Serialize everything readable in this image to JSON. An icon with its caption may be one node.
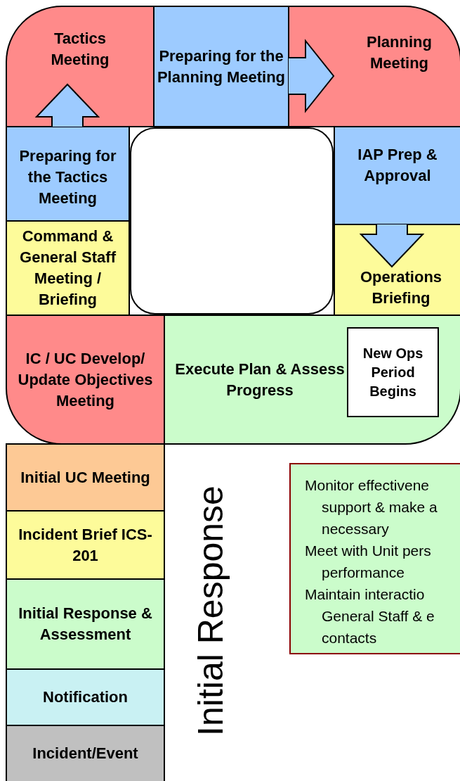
{
  "diagram": {
    "nodes": [
      {
        "text": [
          "Tactics Meeting"
        ]
      },
      {
        "text": [
          "Preparing for the Planning Meeting"
        ]
      },
      {
        "text": [
          "Planning Meeting"
        ]
      },
      {
        "text": [
          "Preparing for the Tactics Meeting"
        ]
      },
      {
        "text": [
          "IAP Prep & Approval"
        ]
      },
      {
        "text": [
          "Command & General Staff Meeting / Briefing"
        ]
      },
      {
        "text": [
          "Operations Briefing"
        ]
      },
      {
        "text": [
          "IC / UC Develop/ Update Objectives Meeting"
        ]
      },
      {
        "text": [
          "Execute Plan & Assess Progress"
        ]
      },
      {
        "text": [
          "New Ops Period Begins"
        ],
        "in": 8
      },
      {
        "text": [
          "Initial UC Meeting"
        ]
      },
      {
        "text": [
          "Incident Brief ICS-201"
        ]
      },
      {
        "text": [
          "Initial Response & Assessment"
        ]
      },
      {
        "text": [
          "Notification"
        ]
      },
      {
        "text": [
          "Incident/Event"
        ]
      },
      {
        "text": [
          "Monitor effectivene support & make a necessary",
          "Meet with Unit pers performance",
          "Maintain interactio General Staff & e contacts"
        ]
      }
    ],
    "edges": [
      {
        "from": 3,
        "to": 0,
        "arrow": "to"
      },
      {
        "from": 1,
        "to": 2,
        "arrow": "to"
      },
      {
        "from": 4,
        "to": 6,
        "arrow": "to"
      }
    ],
    "labels": [
      "Initial Response"
    ]
  }
}
